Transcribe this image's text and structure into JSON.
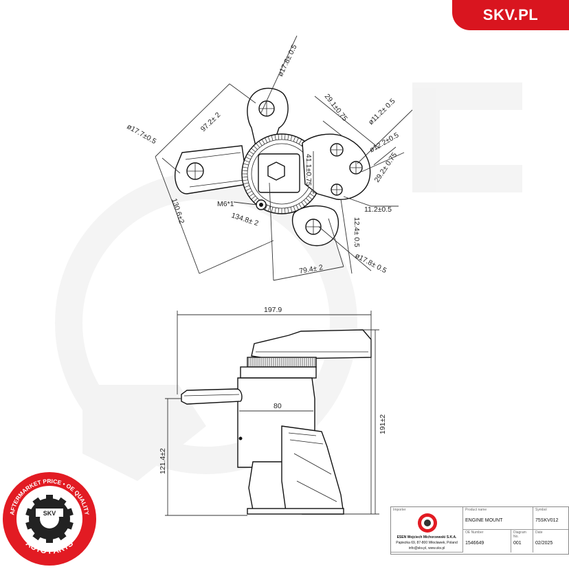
{
  "brand": {
    "text": "SKV.PL",
    "color": "#d9151f"
  },
  "top_view": {
    "dimensions": {
      "hole_top": "ø17.8± 0.5",
      "span_top": "97.2± 2",
      "hole_left": "ø17.7±0.5",
      "dim_29_1": "29.1±0.75",
      "hole_11_2": "ø11.2± 0.5",
      "hole_12_2": "ø12.2±0.5",
      "dim_41_1": "41.1±0.75",
      "dim_29_2": "29.2± 0.75",
      "thread": "M6*1",
      "dim_11_2": "11.2±0.5",
      "dim_130_6": "130.6±2",
      "dim_134_8": "134.8± 2",
      "dim_12_4": "12.4± 0.5",
      "hole_bottom": "ø17.8± 0.5",
      "dim_79_4": "79.4± 2"
    }
  },
  "side_view": {
    "dimensions": {
      "width": "197.9",
      "inner": "80",
      "height_total": "191±2",
      "height_lower": "121.4±2"
    }
  },
  "logo": {
    "ring_text": "AFTERMARKET PRICE • OE QUALITY",
    "center_text": "SKV",
    "bottom_text": "AUTO PARTS",
    "ring_color": "#e21b23"
  },
  "title_block": {
    "importer_label": "Importer",
    "importer_name": "ESEN Wojciech Michorzewski S.K.A.",
    "importer_address": "Papieżka 69, 87-800 Włocławek, Poland",
    "importer_contact": "info@skv.pl, www.skv.pl",
    "product_name_label": "Product name",
    "product_name": "ENGINE MOUNT",
    "symbol_label": "Symbol",
    "symbol": "75SKV012",
    "oe_label": "OE Number",
    "oe_number": "1546649",
    "diagram_label": "Diagram No.",
    "diagram_no": "001",
    "date_label": "Date",
    "date": "02/2025"
  }
}
